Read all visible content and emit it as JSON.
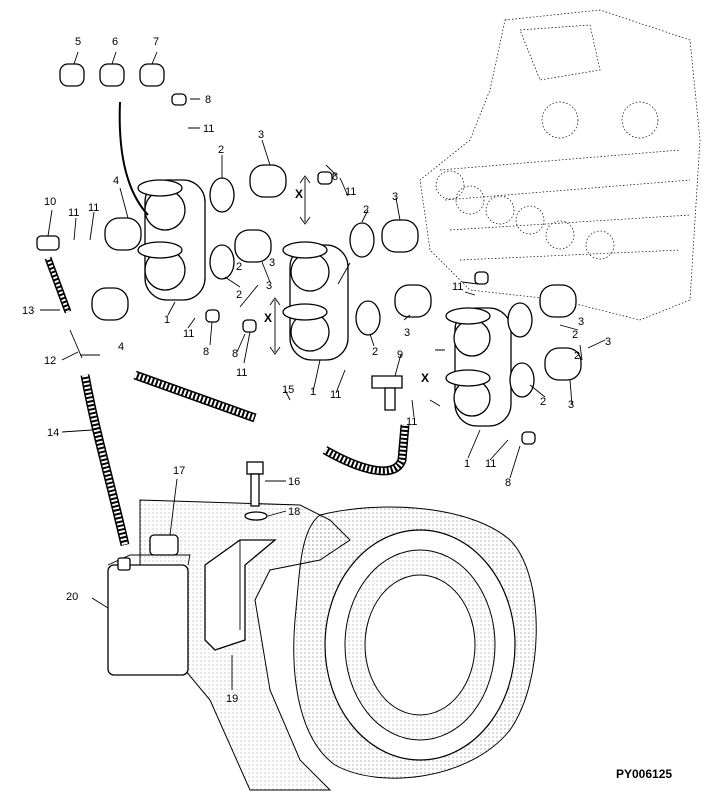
{
  "diagram": {
    "code": "PY006125",
    "dimension_marker": "X",
    "callouts": [
      "1",
      "2",
      "3",
      "4",
      "5",
      "6",
      "7",
      "8",
      "9",
      "10",
      "11",
      "12",
      "13",
      "14",
      "15",
      "16",
      "17",
      "18",
      "19",
      "20"
    ]
  }
}
